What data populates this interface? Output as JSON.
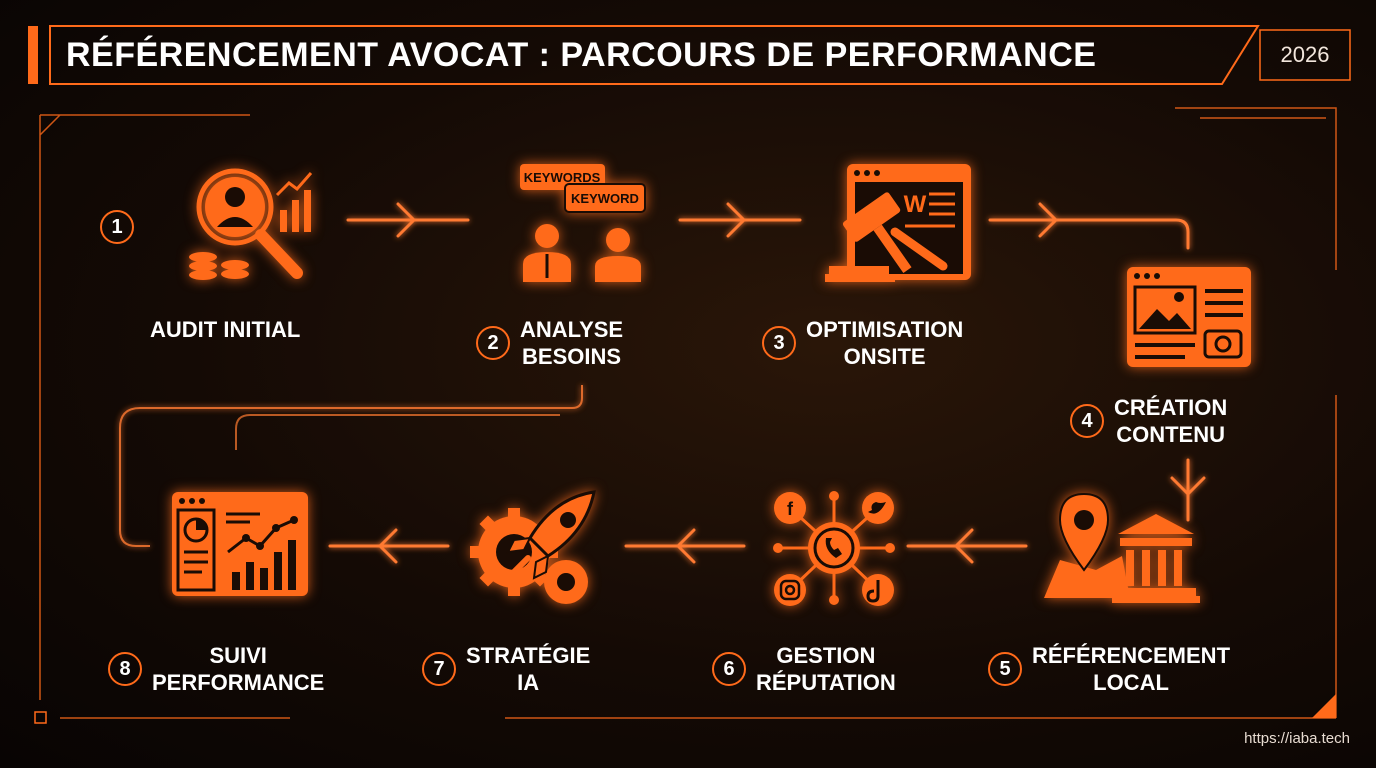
{
  "title": "RÉFÉRENCEMENT AVOCAT : PARCOURS DE PERFORMANCE",
  "year": "2026",
  "footer": "https://iaba.tech",
  "accent": "#ff6a1a",
  "steps": [
    {
      "num": "1",
      "lines": [
        "AUDIT INITIAL"
      ],
      "icon": "magnifier-person-icon"
    },
    {
      "num": "2",
      "lines": [
        "ANALYSE",
        "BESOINS"
      ],
      "icon": "keyword-people-icon",
      "tags": [
        "KEYWORDS",
        "KEYWORD"
      ]
    },
    {
      "num": "3",
      "lines": [
        "OPTIMISATION",
        "ONSITE"
      ],
      "icon": "gavel-webpage-icon",
      "mark": "W"
    },
    {
      "num": "4",
      "lines": [
        "CRÉATION",
        "CONTENU"
      ],
      "icon": "content-webpage-icon"
    },
    {
      "num": "5",
      "lines": [
        "RÉFÉRENCEMENT",
        "LOCAL"
      ],
      "icon": "map-courthouse-icon"
    },
    {
      "num": "6",
      "lines": [
        "GESTION",
        "RÉPUTATION"
      ],
      "icon": "social-network-icon"
    },
    {
      "num": "7",
      "lines": [
        "STRATÉGIE",
        "IA"
      ],
      "icon": "rocket-gear-icon"
    },
    {
      "num": "8",
      "lines": [
        "SUIVI",
        "PERFORMANCE"
      ],
      "icon": "analytics-dashboard-icon"
    }
  ]
}
